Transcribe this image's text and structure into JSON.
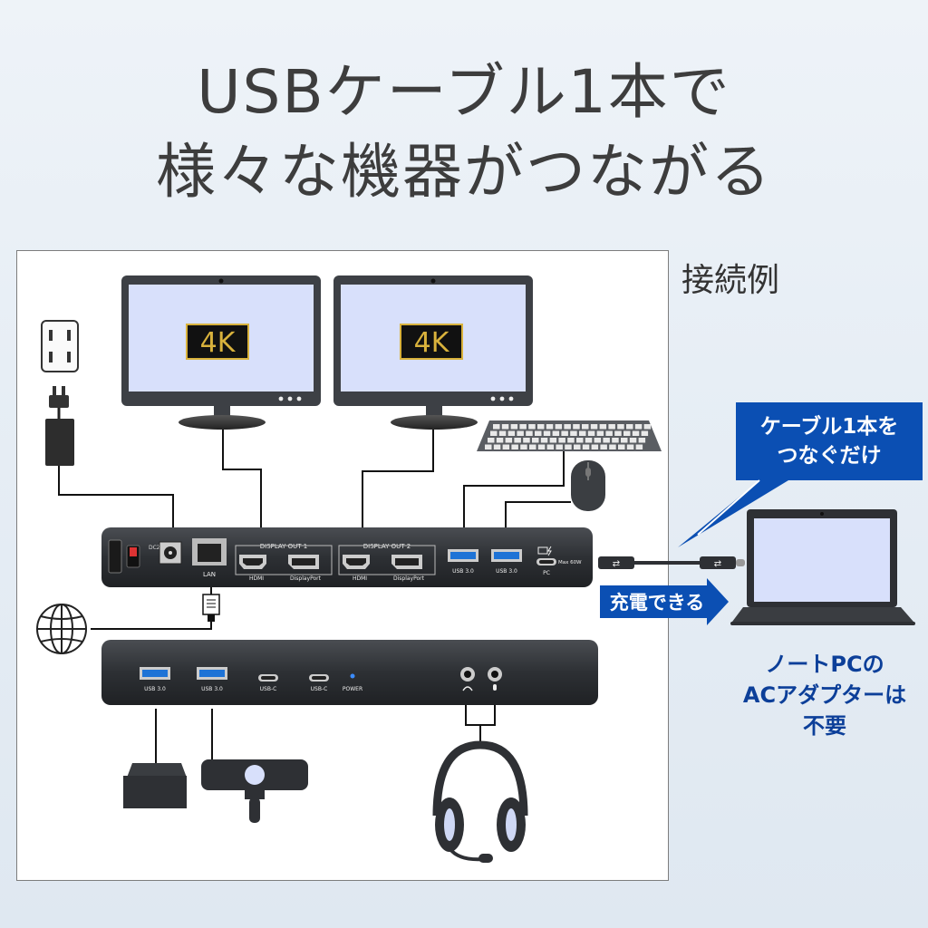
{
  "header": {
    "line1": "USBケーブル1本で",
    "line2": "様々な機器がつながる"
  },
  "example_label": "接続例",
  "monitors": [
    {
      "badge": "4K"
    },
    {
      "badge": "4K"
    }
  ],
  "dock_rear": {
    "dc_label": "DC20V",
    "lan_label": "LAN",
    "display_out_1": "DISPLAY OUT 1",
    "display_out_2": "DISPLAY OUT 2",
    "hdmi": "HDMI",
    "displayport": "DisplayPort",
    "usb1": "USB 3.0",
    "usb2": "USB 3.0",
    "pc": "PC",
    "max_power": "Max 60W"
  },
  "dock_front": {
    "usb1": "USB 3.0",
    "usb2": "USB 3.0",
    "usbc1": "USB-C",
    "usbc2": "USB-C",
    "power": "POWER"
  },
  "callouts": {
    "one_cable_l1": "ケーブル1本を",
    "one_cable_l2": "つなぐだけ",
    "charge": "充電できる",
    "no_ac_l1": "ノートPCの",
    "no_ac_l2": "ACアダプターは",
    "no_ac_l3": "不要"
  },
  "colors": {
    "callout_blue": "#0b4fb3",
    "caption_blue": "#0c3f99",
    "screen_fill": "#d8e0fb",
    "dock_dark": "#2f3236",
    "usb_blue": "#1e73d6",
    "badge_gold": "#d9b23c"
  }
}
